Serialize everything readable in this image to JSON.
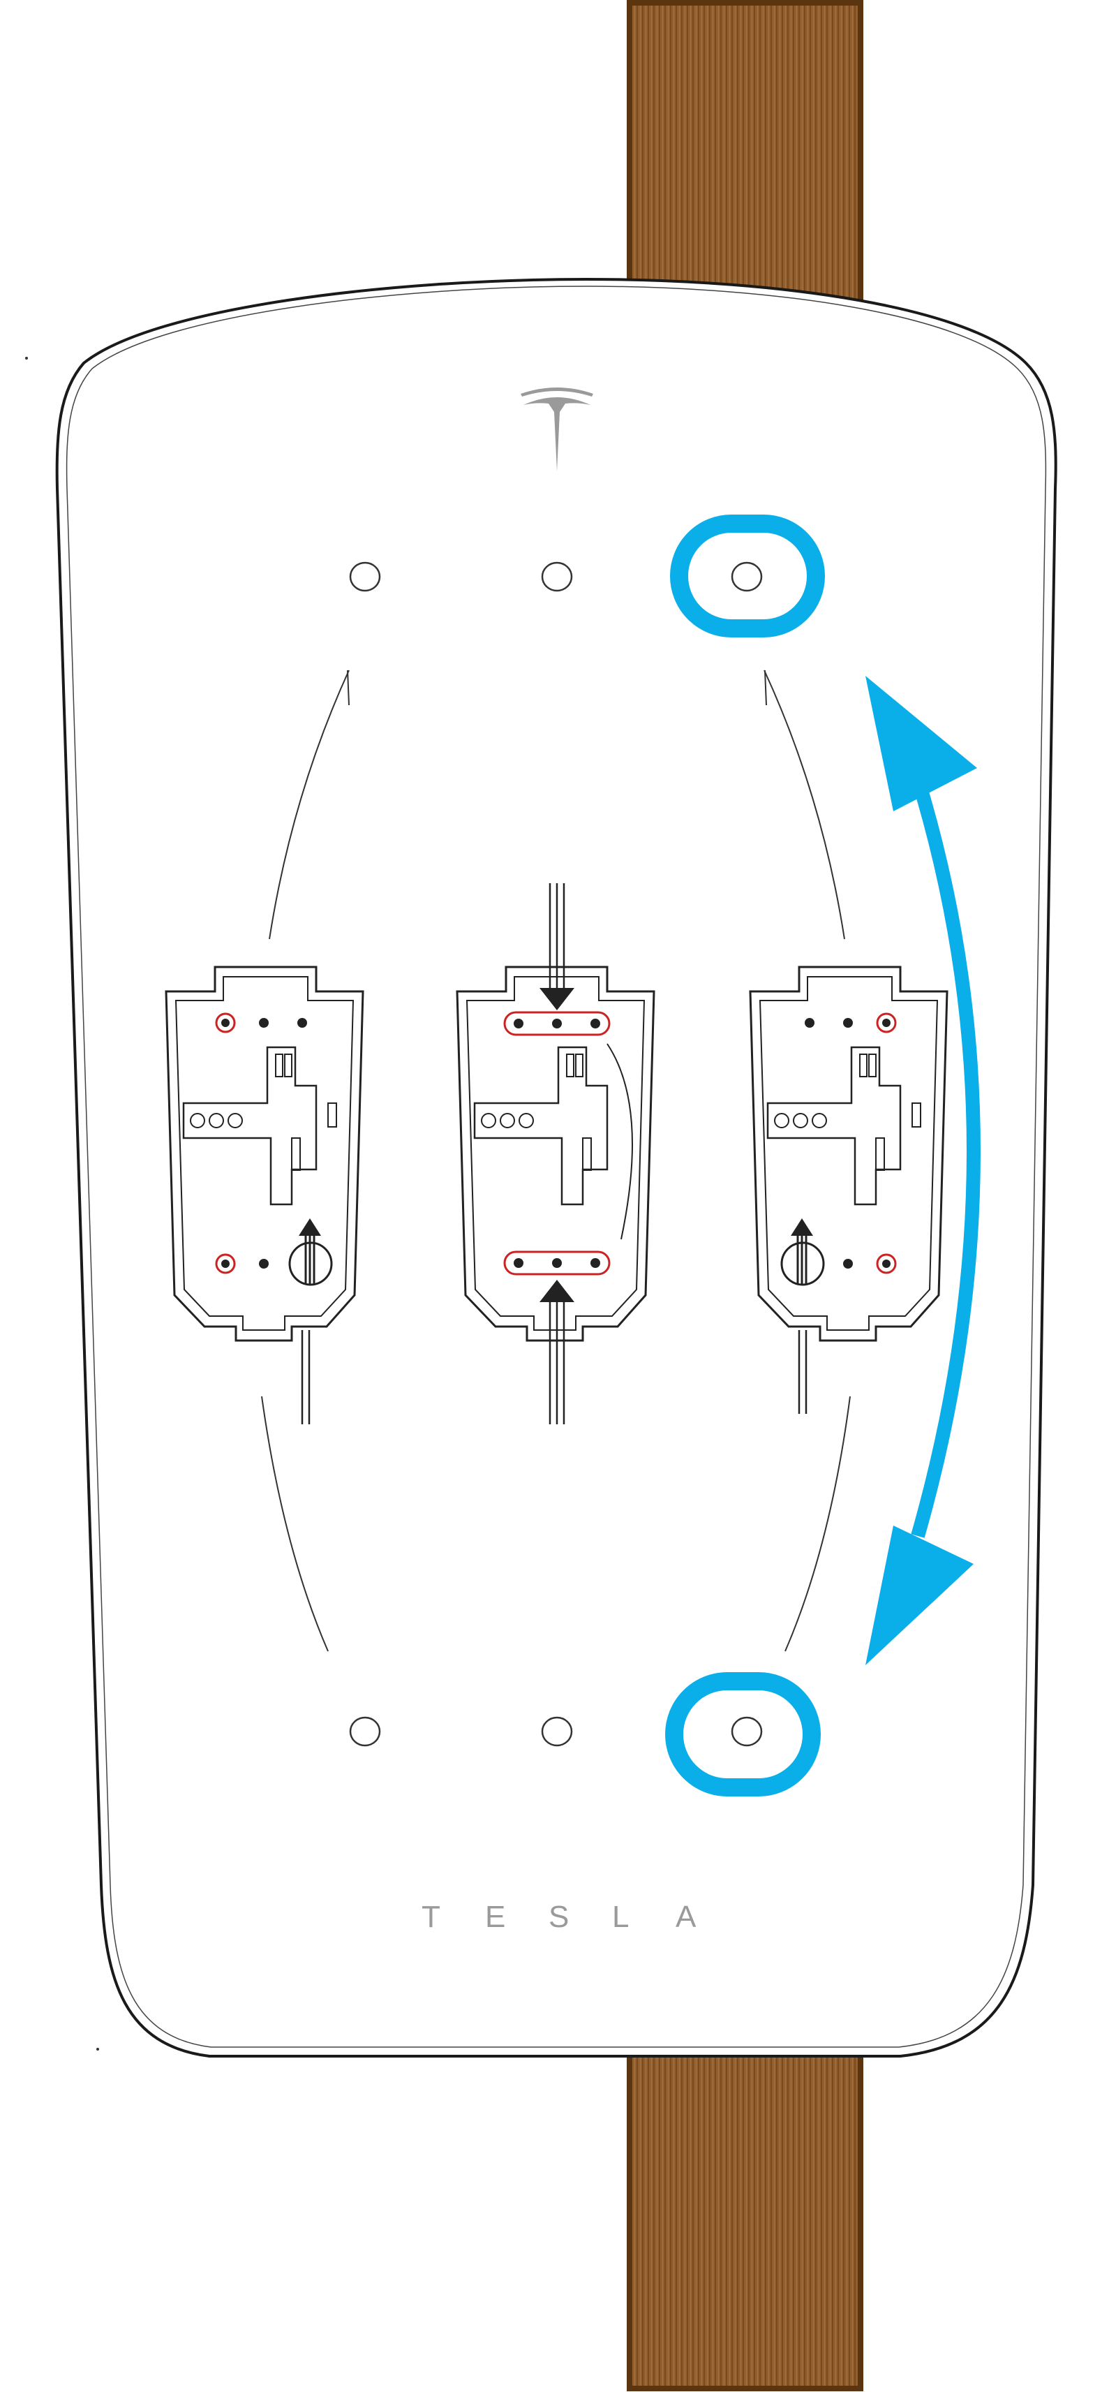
{
  "diagram": {
    "brand_wordmark_letters": [
      "T",
      "E",
      "S",
      "L",
      "A"
    ],
    "logo_icon": "tesla-logo-icon",
    "mounting_holes": {
      "top_row": [
        "left",
        "center",
        "right"
      ],
      "bottom_row": [
        "left",
        "center",
        "right"
      ],
      "highlighted": [
        "top-right",
        "bottom-right"
      ]
    },
    "cable_entry_options": [
      "left-bottom-entry",
      "center-straight-through",
      "right-bottom-entry"
    ],
    "colors": {
      "highlight": "#0aaee8",
      "post": "#8a5a2b",
      "post_dark": "#5a3510",
      "outline": "#1a1a1a",
      "screw_ring": "#cc2222",
      "logo_gray": "#9a9a9a"
    }
  }
}
